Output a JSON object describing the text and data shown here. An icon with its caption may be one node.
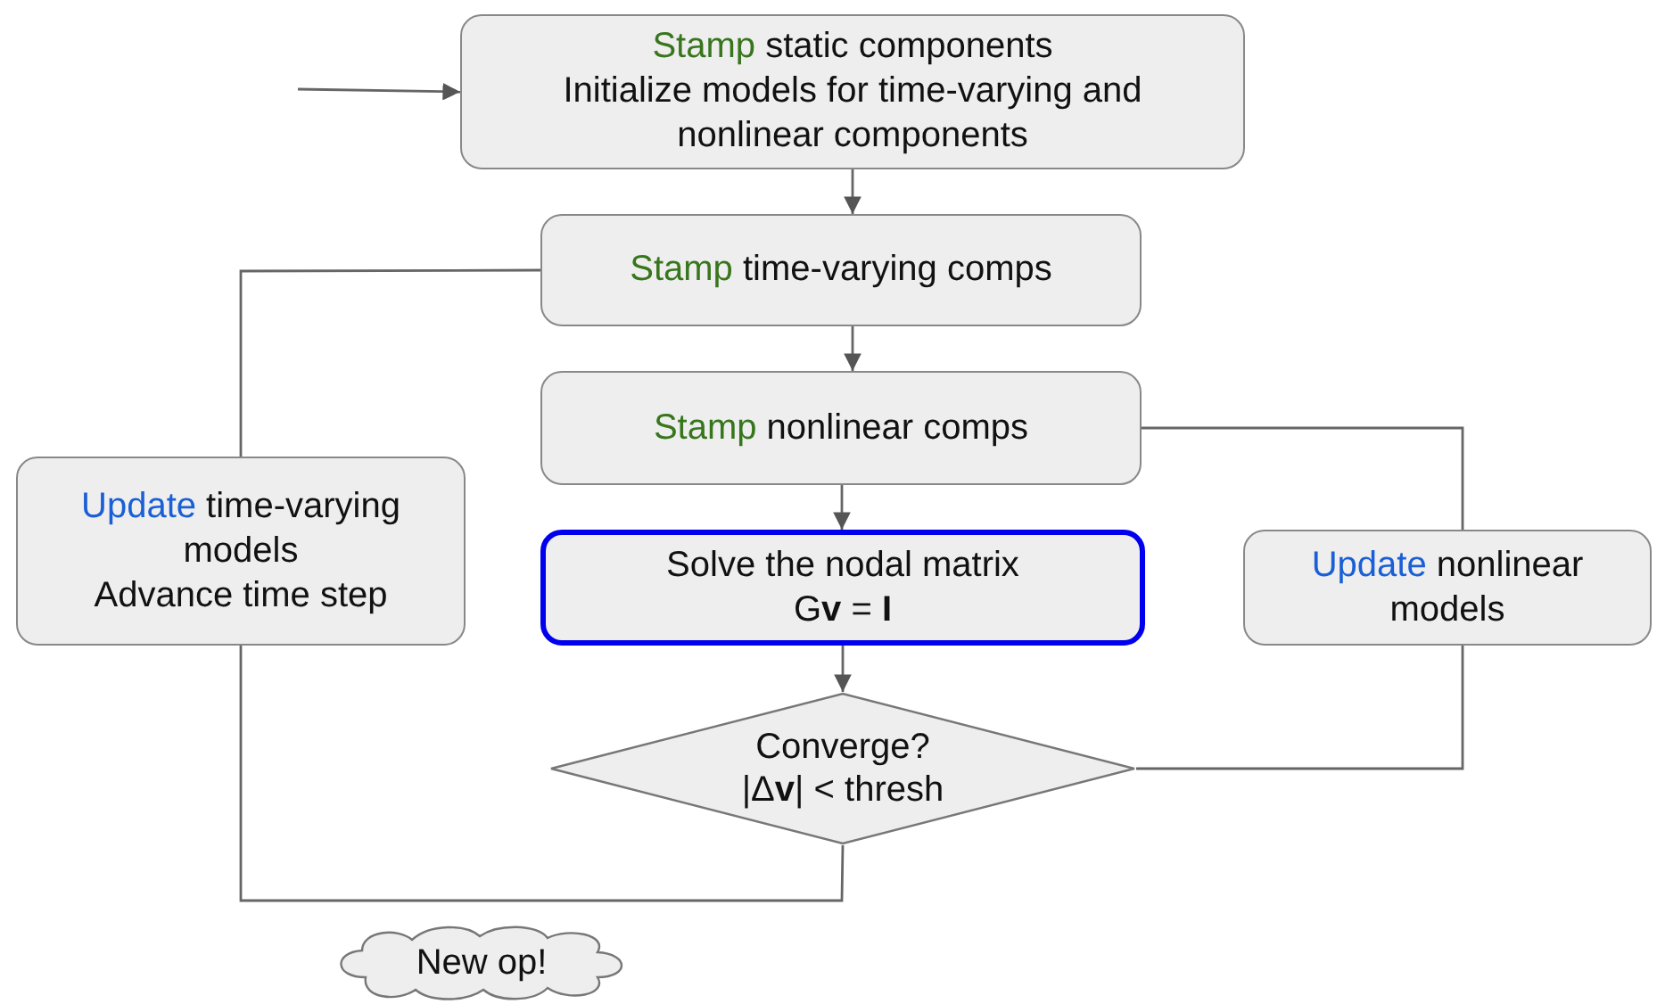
{
  "diagram": {
    "nodes": [
      {
        "text": [
          "Stamp static components",
          "Initialize models for time-varying and nonlinear components"
        ]
      },
      {
        "text": [
          "Stamp time-varying comps"
        ]
      },
      {
        "text": [
          "Stamp nonlinear comps"
        ]
      },
      {
        "text": [
          "Solve the nodal matrix",
          "G**v** = **I**"
        ]
      },
      {
        "text": [
          "Converge?",
          "|Δ**v**| < thresh"
        ]
      },
      {
        "text": [
          "Update nonlinear models"
        ]
      },
      {
        "text": [
          "Update time-varying models",
          "Advance time step"
        ]
      },
      {
        "text": [
          "New op!"
        ]
      }
    ],
    "edges": [
      {
        "from": null,
        "to": 0,
        "arrow": "to"
      },
      {
        "from": 0,
        "to": 1,
        "arrow": "to"
      },
      {
        "from": 1,
        "to": 2,
        "arrow": "to"
      },
      {
        "from": 2,
        "to": 3,
        "arrow": "to"
      },
      {
        "from": 3,
        "to": 4,
        "arrow": "to"
      },
      {
        "from": 4,
        "to": 5,
        "arrow": "none"
      },
      {
        "from": 5,
        "to": 2,
        "arrow": "none"
      },
      {
        "from": 4,
        "to": 6,
        "arrow": "none"
      },
      {
        "from": 6,
        "to": 1,
        "arrow": "none"
      }
    ]
  }
}
